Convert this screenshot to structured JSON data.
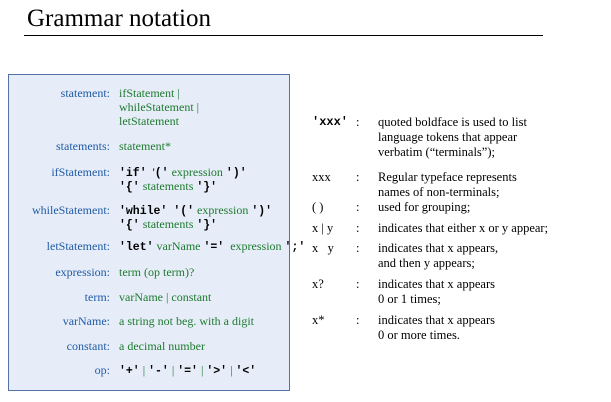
{
  "title": "Grammar notation",
  "grammar": [
    {
      "label": "statement:",
      "lines": [
        [
          {
            "t": "ifStatement |"
          }
        ],
        [
          {
            "t": "whileStatement |"
          }
        ],
        [
          {
            "t": "letStatement"
          }
        ]
      ]
    },
    {
      "label": "statements:",
      "lines": [
        [
          {
            "t": "statement*"
          }
        ]
      ]
    },
    {
      "label": "ifStatement:",
      "lines": [
        [
          {
            "t": "'if'",
            "k": "tk"
          },
          {
            "t": "  '",
            "k": "q"
          },
          {
            "t": "('",
            "k": "tk"
          },
          {
            "t": " expression "
          },
          {
            "t": "')'",
            "k": "tk"
          }
        ],
        [
          {
            "t": "'{'",
            "k": "tk"
          },
          {
            "t": " statements "
          },
          {
            "t": "'}'",
            "k": "tk"
          }
        ]
      ]
    },
    {
      "label": "whileStatement:",
      "lines": [
        [
          {
            "t": "'while'",
            "k": "tk"
          },
          {
            "t": "  "
          },
          {
            "t": "'('",
            "k": "tk"
          },
          {
            "t": " expression "
          },
          {
            "t": "')'",
            "k": "tk"
          }
        ],
        [
          {
            "t": "'{'",
            "k": "tk"
          },
          {
            "t": " statements "
          },
          {
            "t": "'}'",
            "k": "tk"
          }
        ]
      ]
    },
    {
      "label": "letStatement:",
      "lines": [
        [
          {
            "t": "'let'",
            "k": "tk"
          },
          {
            "t": " varName "
          },
          {
            "t": "'='",
            "k": "tk"
          },
          {
            "t": "  expression "
          },
          {
            "t": "';'",
            "k": "tk"
          }
        ]
      ]
    },
    {
      "label": "expression:",
      "lines": [
        [
          {
            "t": "term (op term)?"
          }
        ]
      ]
    },
    {
      "label": "term:",
      "lines": [
        [
          {
            "t": "varName | constant"
          }
        ]
      ]
    },
    {
      "label": "varName:",
      "lines": [
        [
          {
            "t": "a string not beg. with a digit"
          }
        ]
      ]
    },
    {
      "label": "constant:",
      "lines": [
        [
          {
            "t": "a decimal number"
          }
        ]
      ]
    },
    {
      "label": "op:",
      "lines": [
        [
          {
            "t": "'+'",
            "k": "tk"
          },
          {
            "t": " | "
          },
          {
            "t": "'-'",
            "k": "tk"
          },
          {
            "t": " | "
          },
          {
            "t": "'='",
            "k": "tk"
          },
          {
            "t": " | "
          },
          {
            "t": "'>'",
            "k": "tk"
          },
          {
            "t": " | "
          },
          {
            "t": "'<'",
            "k": "tk"
          }
        ]
      ]
    }
  ],
  "legend": [
    {
      "symbol": "'xxx'",
      "bold": true,
      "colon": ":",
      "lines": [
        "quoted boldface is used to list",
        "language tokens that appear",
        "verbatim (“terminals”);"
      ]
    },
    {
      "symbol": "xxx",
      "colon": ":",
      "lines": [
        "Regular typeface represents",
        "names of non-terminals;"
      ]
    },
    {
      "symbol": "( )",
      "colon": ":",
      "lines": [
        "used for grouping;"
      ]
    },
    {
      "symbol": "x | y",
      "colon": ":",
      "lines": [
        "indicates that either x or y appear;"
      ]
    },
    {
      "symbol": "x   y",
      "colon": ":",
      "lines": [
        "indicates that x appears,",
        "and then y appears;"
      ]
    },
    {
      "symbol": "x?",
      "colon": ":",
      "lines": [
        "indicates that x appears",
        "0 or 1 times;"
      ]
    },
    {
      "symbol": "x*",
      "colon": ":",
      "lines": [
        "indicates that x appears",
        "0 or more times."
      ]
    }
  ]
}
